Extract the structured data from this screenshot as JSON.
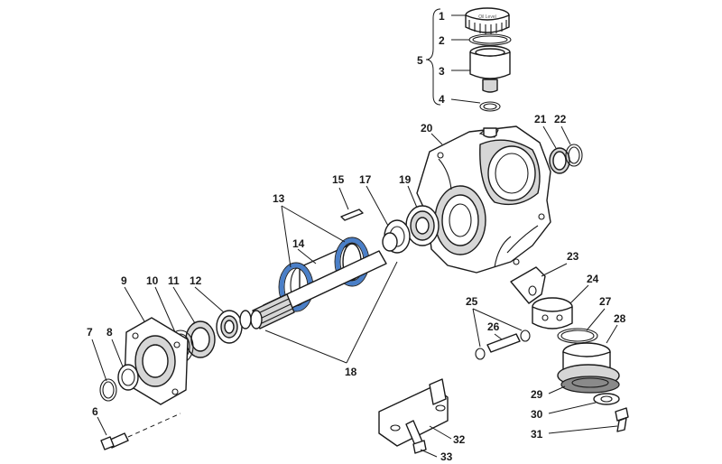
{
  "labels": {
    "l1": "1",
    "l2": "2",
    "l3": "3",
    "l4": "4",
    "l5": "5",
    "l6": "6",
    "l7": "7",
    "l8": "8",
    "l9": "9",
    "l10": "10",
    "l11": "11",
    "l12": "12",
    "l13": "13",
    "l14": "14",
    "l15": "15",
    "l17": "17",
    "l18": "18",
    "l19": "19",
    "l20": "20",
    "l21": "21",
    "l22": "22",
    "l23": "23",
    "l24": "24",
    "l25": "25",
    "l26": "26",
    "l27": "27",
    "l28": "28",
    "l29": "29",
    "l30": "30",
    "l31": "31",
    "l32": "32",
    "l33": "33"
  },
  "cap_marking": "Oil Level",
  "colors": {
    "seal_ring": "#4a7fc8",
    "line": "#1a1a1a",
    "shade": "#d6d6d6"
  }
}
